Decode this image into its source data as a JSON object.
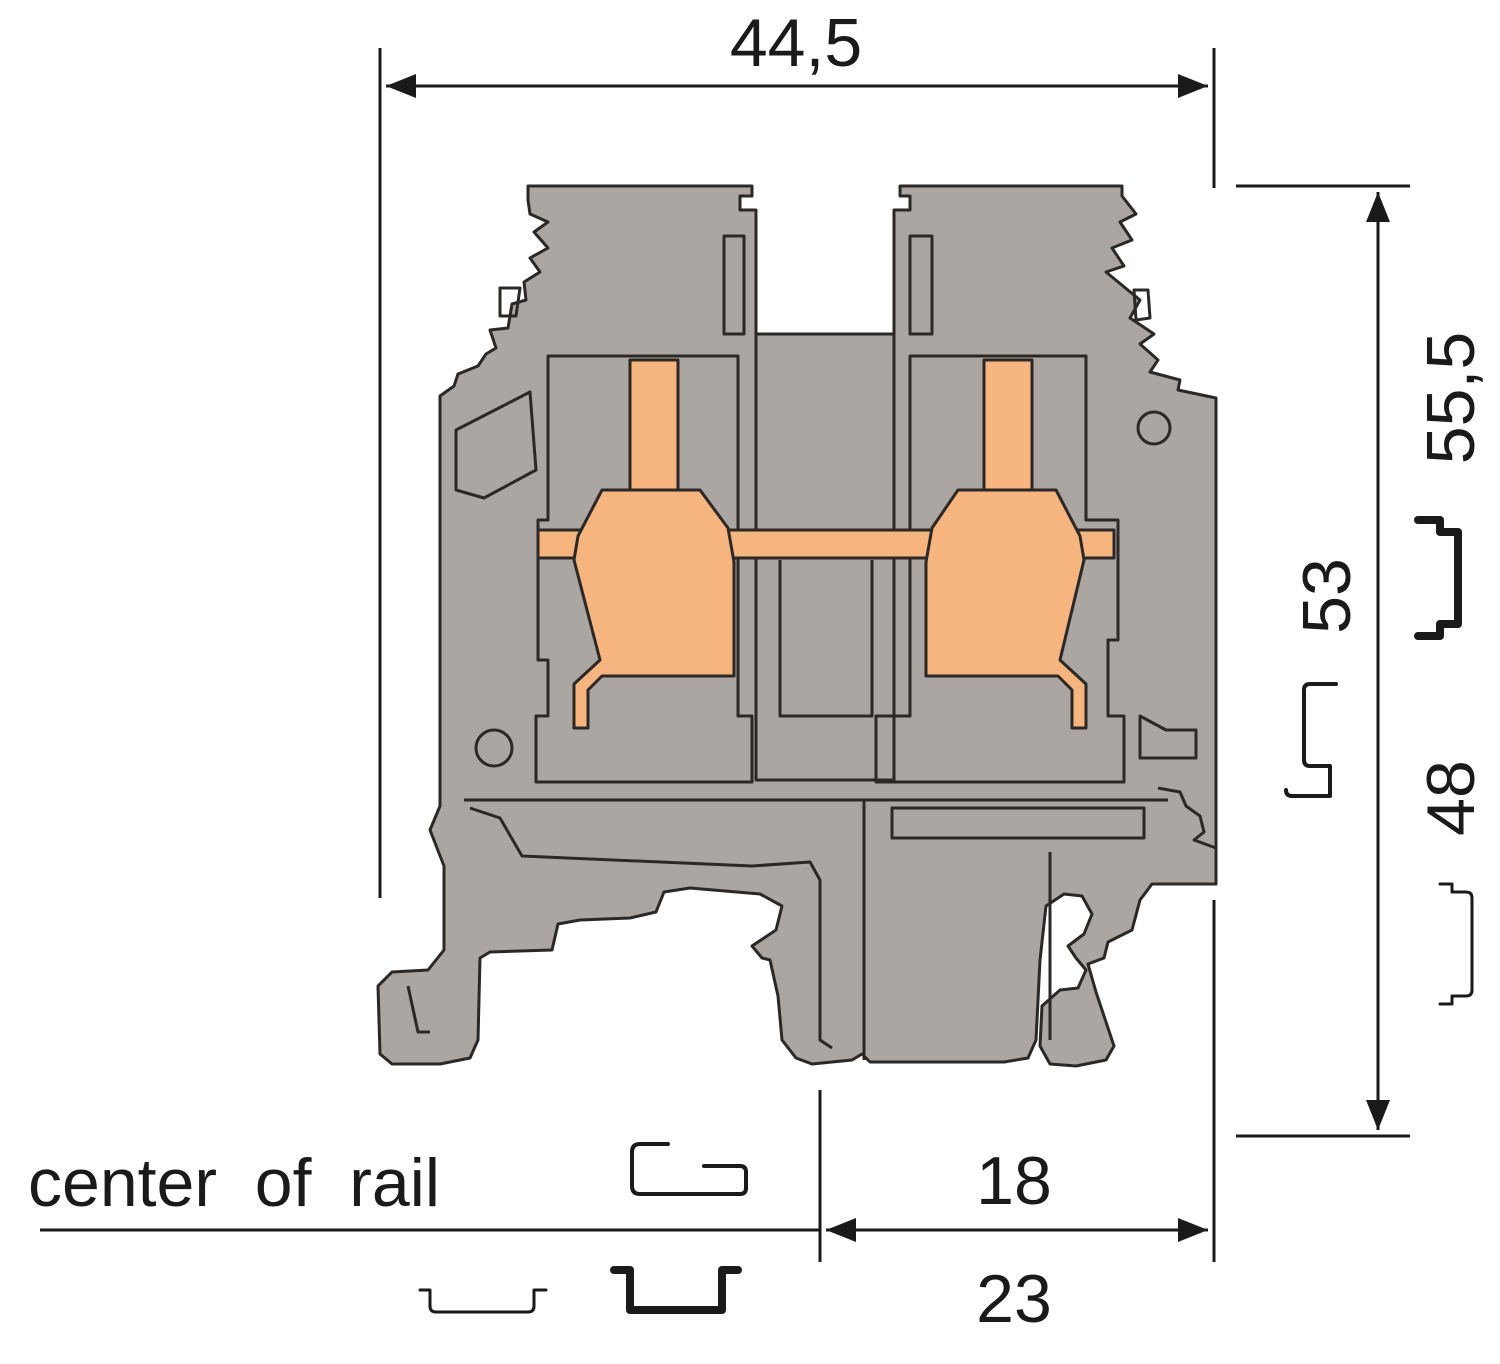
{
  "dimensions": {
    "width_overall": "44,5",
    "height_top_rail": "55,5",
    "height_ts35": "53",
    "height_g_rail": "48",
    "depth_module": "18",
    "depth_pitch": "23"
  },
  "labels": {
    "rail_center": "center  of  rail"
  },
  "colors": {
    "housing": "#aca6a2",
    "metal_parts": "#f6b47e",
    "outline": "#2b2826"
  }
}
